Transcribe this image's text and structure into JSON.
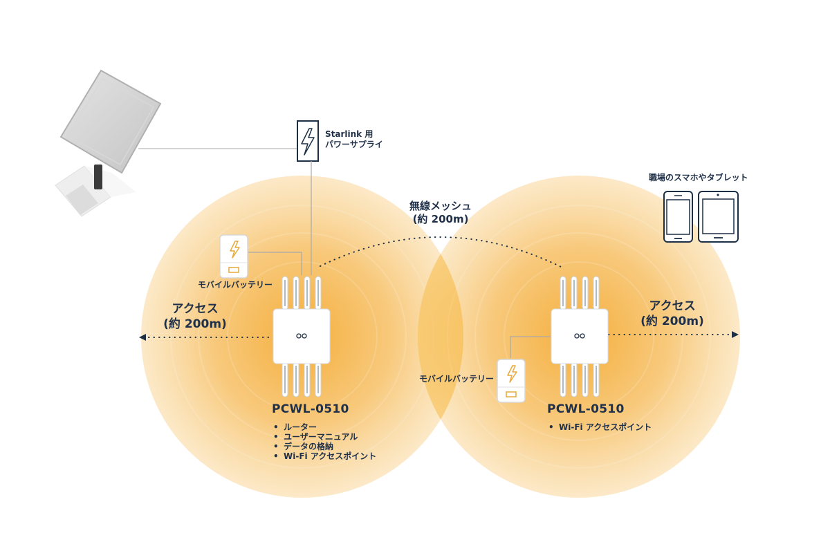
{
  "power_supply": {
    "line1": "Starlink 用",
    "line2": "パワーサプライ"
  },
  "devices_label": "職場のスマホやタブレット",
  "mesh": {
    "line1": "無線メッシュ",
    "line2": "(約 200m)"
  },
  "access_left": {
    "line1": "アクセス",
    "line2": "(約 200m)"
  },
  "access_right": {
    "line1": "アクセス",
    "line2": "(約 200m)"
  },
  "battery_left_label": "モバイルバッテリー",
  "battery_right_label": "モバイルバッテリー",
  "router_left": {
    "model": "PCWL-0510",
    "features": [
      "ルーター",
      "ユーザーマニュアル",
      "データの格納",
      "Wi-Fi アクセスポイント"
    ]
  },
  "router_right": {
    "model": "PCWL-0510",
    "features": [
      "Wi-Fi アクセスポイント"
    ]
  },
  "colors": {
    "coverage": "#f5a623",
    "navy": "#1d2f45",
    "battery_accent": "#e7a93a"
  },
  "icons": [
    "satellite-dish-icon",
    "lightning-icon",
    "smartphone-icon",
    "tablet-icon",
    "router-icon",
    "battery-icon"
  ]
}
